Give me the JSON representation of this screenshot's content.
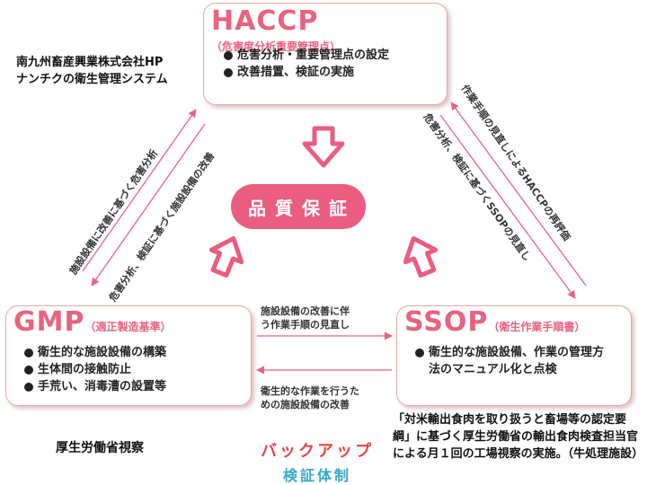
{
  "haccp": {
    "acronym": "HACCP",
    "subtitle": "（危害度分析重要管理点）",
    "items": [
      "危害分析・重要管理点の設定",
      "改善措置、検証の実施"
    ]
  },
  "gmp": {
    "acronym": "GMP",
    "subtitle": "（適正製造基準）",
    "items": [
      "衛生的な施設設備の構築",
      "生体間の接触防止",
      "手荒い、消毒漕の設置等"
    ]
  },
  "ssop": {
    "acronym": "SSOP",
    "subtitle": "（衛生作業手順書）",
    "items": [
      "衛生的な施設設備、作業の管理方法のマニュアル化と点検"
    ]
  },
  "center_label": "品質保証",
  "top_left_note": [
    "南九州畜産興業株式会社HP",
    "ナンチクの衛生管理システム"
  ],
  "bottom_left_note": "厚生労働省視察",
  "bottom_right_note": "「対米輸出食肉を取り扱うと畜場等の認定要綱」に基づく厚生労働省の輸出食肉検査担当官による月１回の工場視察の実施。（牛処理施設）",
  "edge_labels": {
    "left_outer": "施設設備に改善に基づく危害分析",
    "left_inner": "危害分析、検証に基づく施設設備の改善",
    "right_outer": "作業手順の見直しによるHACCPの再評価",
    "right_inner": "危害分析、検証に基づくSSOPの見直し",
    "gmp_to_ssop": [
      "施設設備の改善に伴",
      "う作業手順の見直し"
    ],
    "ssop_to_gmp": [
      "衛生的な作業を行うた",
      "めの施設設備の改善"
    ]
  },
  "backup": {
    "line1": "バックアップ",
    "line2": "検証体制"
  },
  "colors": {
    "accent": "#ea5d7e",
    "box_border": "#e8a7a7",
    "arrow": "#e8637e",
    "backup_red": "#e84545",
    "backup_blue": "#37a8c8"
  }
}
